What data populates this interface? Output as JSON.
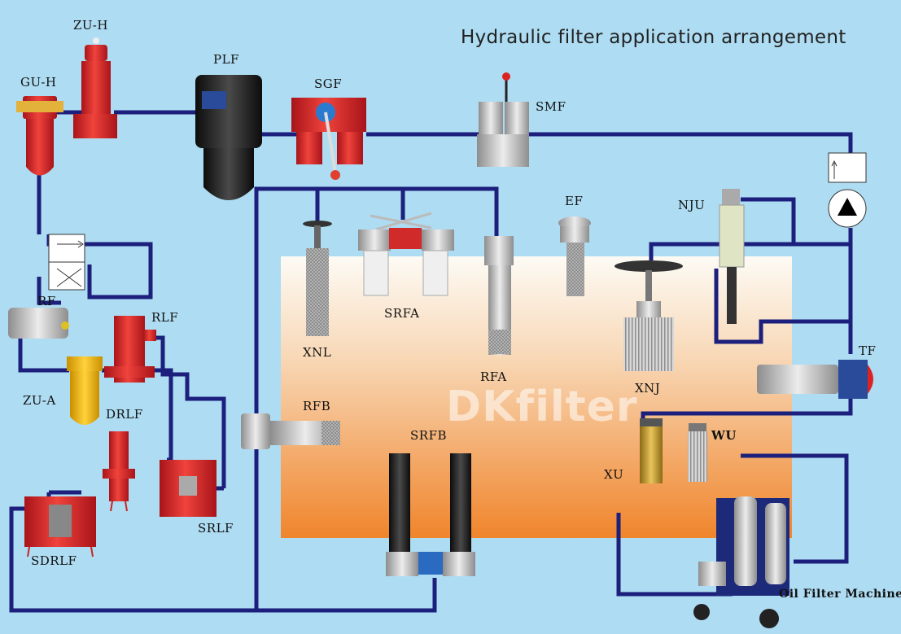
{
  "title": "Hydraulic filter application arrangement",
  "watermark": "DKfilter",
  "labels": {
    "zu_h": "ZU-H",
    "gu_h": "GU-H",
    "plf": "PLF",
    "sgf": "SGF",
    "smf": "SMF",
    "ef": "EF",
    "nju": "NJU",
    "rf": "RF",
    "rlf": "RLF",
    "zu_a": "ZU-A",
    "drlf": "DRLF",
    "sdrlf": "SDRLF",
    "srlf": "SRLF",
    "xnl": "XNL",
    "srfa": "SRFA",
    "rfa": "RFA",
    "xnj": "XNJ",
    "tf": "TF",
    "rfb": "RFB",
    "srfb": "SRFB",
    "xu": "XU",
    "wu": "WU",
    "oil_filter_machine": "Oil Filter Machine"
  },
  "colors": {
    "background": "#aedcf2",
    "pipe": "#1c1f7c",
    "tank_top": "#fdfbf5",
    "tank_bottom": "#f0852c",
    "filter_red": "#d8262a",
    "filter_black": "#1f1f1f",
    "filter_silver": "#c9c9c9"
  }
}
